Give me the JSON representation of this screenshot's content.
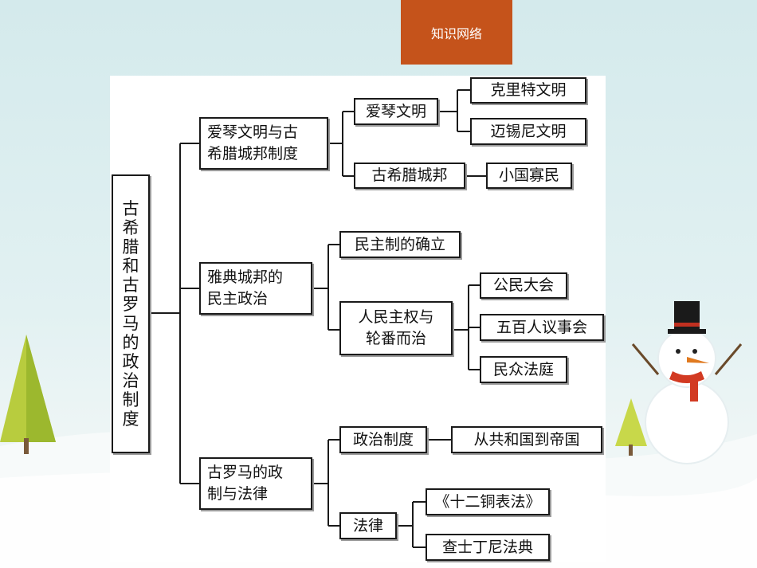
{
  "header": {
    "title": "知识网络"
  },
  "diagram": {
    "root": "古\n希\n腊\n和\n古\n罗\n马\n的\n政\n治\n制\n度",
    "branch1": {
      "label": "爱琴文明与古\n希腊城邦制度",
      "sub1": {
        "label": "爱琴文明",
        "leaves": [
          "克里特文明",
          "迈锡尼文明"
        ]
      },
      "sub2": {
        "label": "古希腊城邦",
        "leaf": "小国寡民"
      }
    },
    "branch2": {
      "label": "雅典城邦的\n民主政治",
      "sub1": {
        "label": "民主制的确立"
      },
      "sub2": {
        "label": "人民主权与\n轮番而治",
        "leaves": [
          "公民大会",
          "五百人议事会",
          "民众法庭"
        ]
      }
    },
    "branch3": {
      "label": "古罗马的政\n制与法律",
      "sub1": {
        "label": "政治制度",
        "leaf": "从共和国到帝国"
      },
      "sub2": {
        "label": "法律",
        "leaves": [
          "《十二铜表法》",
          "查士丁尼法典"
        ]
      }
    }
  },
  "colors": {
    "tab": "#c5531b",
    "line": "#1a1a1a"
  }
}
